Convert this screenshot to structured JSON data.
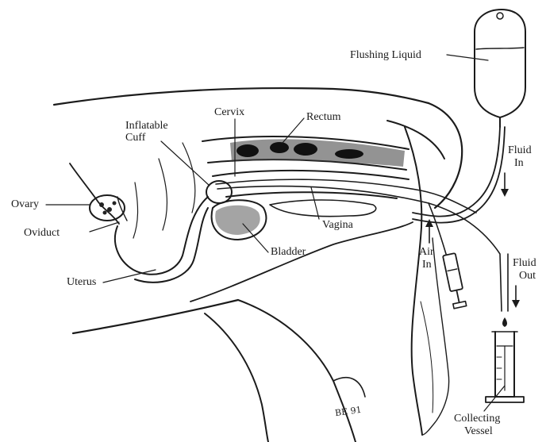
{
  "labels": {
    "flushing_liquid": "Flushing Liquid",
    "cervix": "Cervix",
    "rectum": "Rectum",
    "inflatable": "Inflatable",
    "cuff": "Cuff",
    "fluid_in_1": "Fluid",
    "fluid_in_2": "In",
    "ovary": "Ovary",
    "oviduct": "Oviduct",
    "vagina": "Vagina",
    "air": "Air",
    "air_in": "In",
    "bladder": "Bladder",
    "fluid_out_1": "Fluid",
    "fluid_out_2": "Out",
    "uterus": "Uterus",
    "collecting": "Collecting",
    "vessel": "Vessel"
  },
  "signature": "BE 91",
  "colors": {
    "ink": "#1b1b1b",
    "paper": "#ffffff"
  }
}
